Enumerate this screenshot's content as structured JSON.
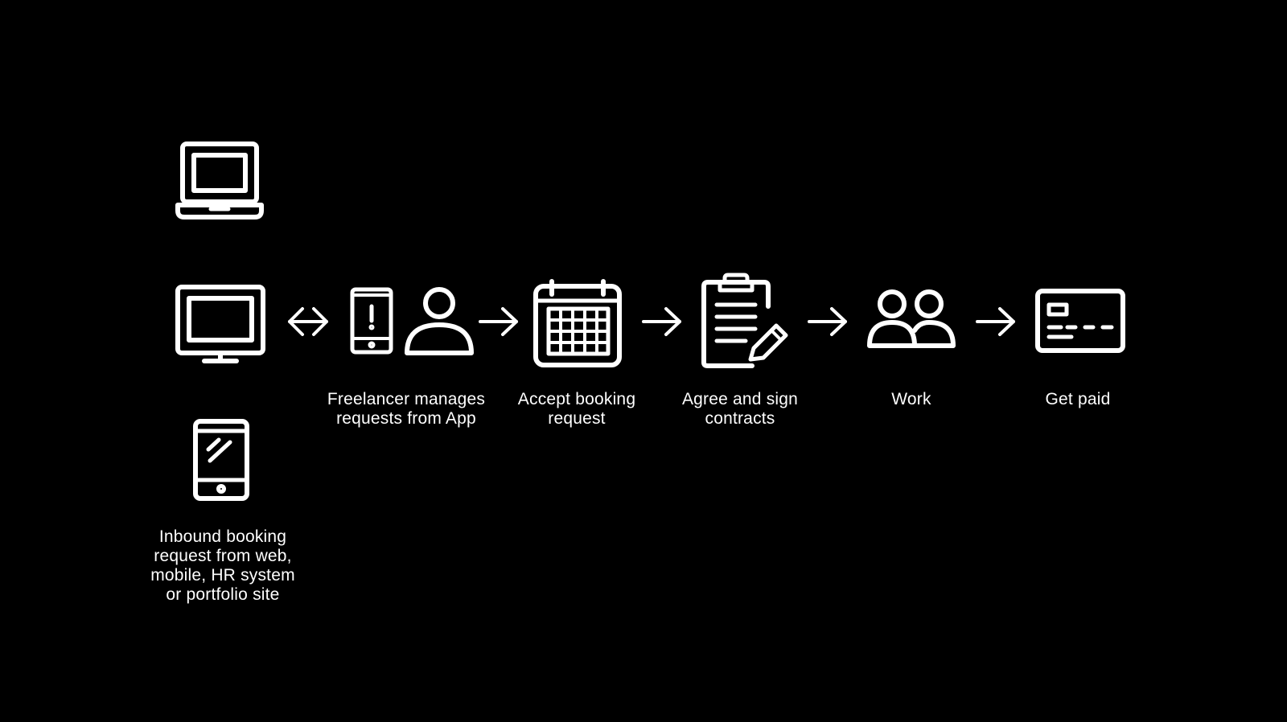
{
  "colors": {
    "background": "#000000",
    "foreground": "#ffffff"
  },
  "icons": {
    "laptop": "laptop-icon",
    "desktop": "desktop-monitor-icon",
    "tablet": "tablet-icon",
    "bidirectional_arrow": "double-arrow-icon",
    "phone_alert": "phone-alert-icon",
    "person": "person-icon",
    "arrow": "arrow-right-icon",
    "calendar": "calendar-icon",
    "clipboard": "clipboard-pencil-icon",
    "people": "people-icon",
    "card": "credit-card-icon"
  },
  "labels": {
    "inbound": "Inbound booking\nrequest from web,\nmobile, HR system\nor portfolio site",
    "freelancer": "Freelancer manages\nrequests from App",
    "accept": "Accept booking\nrequest",
    "agree": "Agree and sign\ncontracts",
    "work": "Work",
    "paid": "Get paid"
  }
}
